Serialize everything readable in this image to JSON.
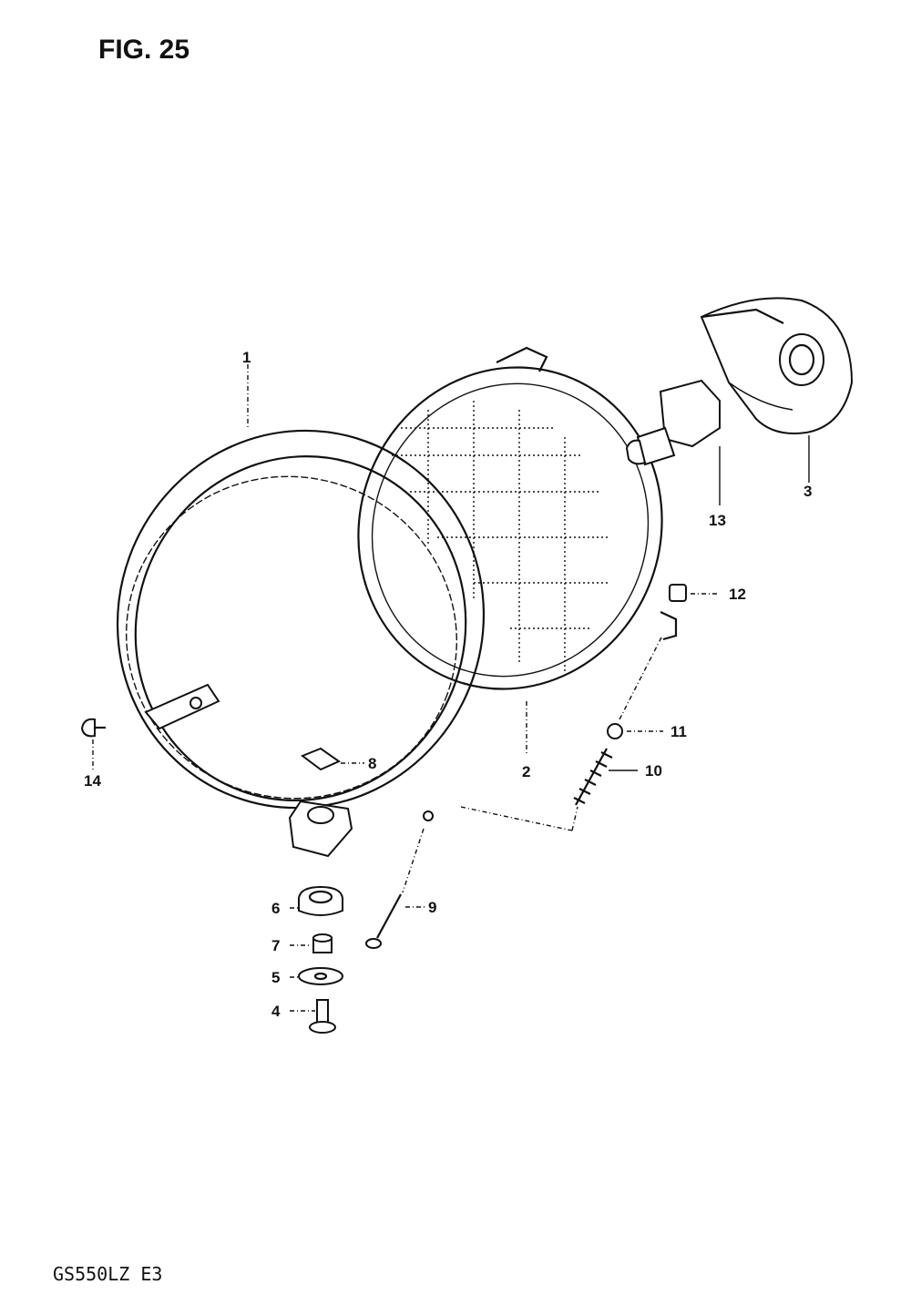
{
  "figure": {
    "title": "FIG. 25"
  },
  "model_code": "GS550LZ E3",
  "callouts": [
    "1",
    "2",
    "3",
    "4",
    "5",
    "6",
    "7",
    "8",
    "9",
    "10",
    "11",
    "12",
    "13",
    "14"
  ],
  "colors": {
    "ink": "#111111",
    "paper": "#ffffff"
  }
}
